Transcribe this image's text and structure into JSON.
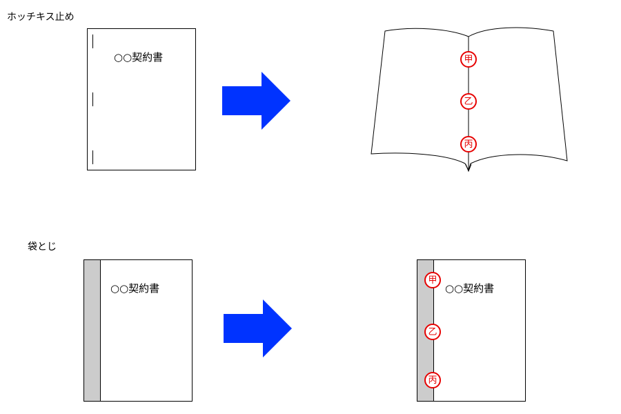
{
  "sections": {
    "stapled": {
      "label": "ホッチキス止め",
      "document_title": "○○契約書"
    },
    "bag_binding": {
      "label": "袋とじ",
      "document_title": "○○契約書",
      "result_title": "○○契約書"
    }
  },
  "seals": {
    "first": "甲",
    "second": "乙",
    "third": "丙"
  },
  "colors": {
    "arrow": "#0033ff",
    "seal": "#e60000",
    "spine": "#cccccc"
  }
}
